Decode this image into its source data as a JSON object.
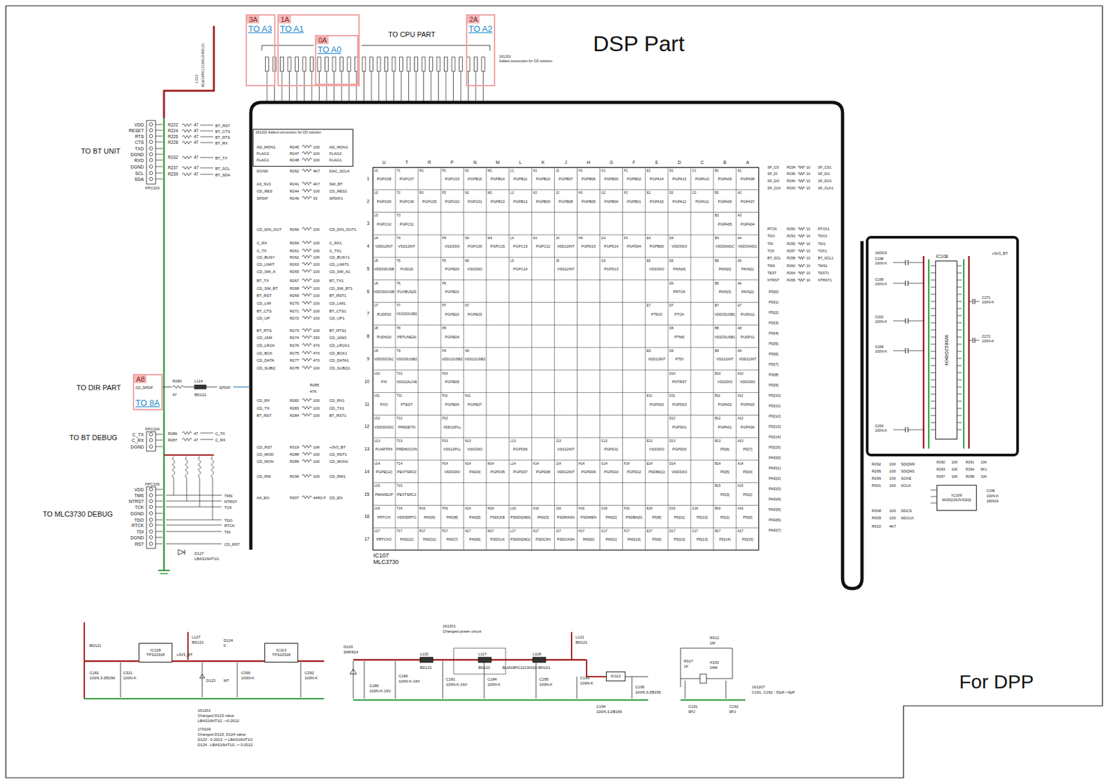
{
  "diagram": {
    "title": "DSP Part",
    "nodes": [
      {
        "text": [
          "3A",
          "TO A3"
        ]
      },
      {
        "text": [
          "1A",
          "TO A1"
        ]
      },
      {
        "text": [
          "0A",
          "TO A0"
        ],
        "in": 1
      },
      {
        "text": [
          "2A",
          "TO A2"
        ]
      },
      {
        "text": [
          "161201 Added connection for CD solution"
        ]
      },
      {
        "text": [
          "A8",
          "TO 8A"
        ]
      },
      {
        "text": [
          "IC107 MLC3730"
        ]
      },
      {
        "text": [
          "IC108",
          "W9812G6KH"
        ]
      },
      {
        "text": [
          "IC109",
          "W25Q16JVSSIQ"
        ]
      },
      {
        "text": [
          "IC128",
          "TPS22918"
        ]
      },
      {
        "text": [
          "IC113",
          "TPS22918"
        ]
      },
      {
        "text": [
          "IC112"
        ]
      }
    ],
    "labels": [
      "U",
      "T",
      "R",
      "P",
      "N",
      "M",
      "L",
      "K",
      "J",
      "H",
      "G",
      "F",
      "E",
      "D",
      "C",
      "B",
      "A",
      "1",
      "2",
      "3",
      "4",
      "5",
      "6",
      "7",
      "8",
      "9",
      "10",
      "11",
      "12",
      "13",
      "14",
      "15",
      "16",
      "17",
      "U1",
      "PGPC08",
      "T1",
      "PGPC07",
      "R1",
      "P1",
      "PGPC03",
      "N1",
      "PGPB15",
      "M1",
      "PGPB14",
      "L1",
      "PGPB11",
      "K1",
      "PGPB10",
      "J1",
      "PGPB07",
      "H1",
      "PGPB06",
      "G1",
      "PGPB03",
      "F1",
      "PGPB02",
      "E1",
      "PGPA14",
      "D1",
      "PGPA13",
      "C1",
      "PGPA10",
      "B1",
      "PGPA09",
      "A1",
      "PGPA08",
      "U2",
      "PGPC09",
      "T2",
      "PGPC06",
      "R2",
      "PGPC05",
      "P2",
      "PGPC02",
      "N2",
      "PGPC01",
      "M2",
      "PGPB13",
      "L2",
      "PGPB12",
      "K2",
      "PGPB09",
      "J2",
      "PGPB08",
      "H2",
      "PGPB05",
      "G2",
      "PGPB04",
      "F2",
      "PGPB01",
      "E2",
      "PGPA15",
      "D2",
      "PGPA12",
      "C2",
      "PGPA11",
      "B2",
      "PGPA06",
      "A2",
      "PGPA07",
      "U3",
      "PGPC10",
      "T3",
      "PGPC11",
      "B3",
      "PGPA05",
      "A3",
      "PGPA04",
      "U4",
      "VDD12INT",
      "T4",
      "VSS12INT",
      "P4",
      "VSS33IO",
      "N4",
      "PGPC00",
      "M4",
      "PGPC15",
      "L4",
      "PGPC13",
      "K4",
      "PGPC12",
      "J4",
      "VDD12INT",
      "H4",
      "PGPD15",
      "G4",
      "PGPD14",
      "F4",
      "PGPD04",
      "E4",
      "PGPB00",
      "D4",
      "VDD33IO",
      "B4",
      "VSS33ADC",
      "A4",
      "VDD33ADC",
      "U5",
      "VDD33IUSB",
      "T5",
      "PUID20",
      "P5",
      "PGPE00",
      "N5",
      "VSS33IO",
      "L5",
      "PGPC14",
      "J5",
      "VSS12INT",
      "G5",
      "PGPD13",
      "E5",
      "VSS33IO",
      "D5",
      "PAIN[4]",
      "B5",
      "PAIN[0]",
      "A5",
      "PAIN[1]",
      "U6",
      "VDD33OUSB",
      "T6",
      "PUVBUS20",
      "P6",
      "PGPE01",
      "D6",
      "PRTCK",
      "B6",
      "PAIN[3]",
      "A6",
      "PAIN[2]",
      "U7",
      "PUDP20",
      "T7",
      "VSS33OUSB2",
      "P7",
      "PGPE02",
      "N7",
      "PGPE03",
      "E7",
      "PTDIO",
      "D7",
      "PTCK",
      "B7",
      "VDD33USB1",
      "A7",
      "PUDN11",
      "U8",
      "PUDN20",
      "T8",
      "PRTUNE20",
      "P8",
      "PGPE04",
      "D8",
      "PTMS",
      "B8",
      "VSS33USB1",
      "A8",
      "PUDP11",
      "U9",
      "VDD33OSC",
      "T9",
      "VSS33USB2",
      "P9",
      "VDD12USB2",
      "N9",
      "VSS12USB2",
      "E9",
      "VDD12INT",
      "D9",
      "PTDI",
      "B9",
      "VSS12INT",
      "A9",
      "VDD12INT",
      "U10",
      "PXI",
      "T10",
      "VDD12ALIVE",
      "P10",
      "PGPE05",
      "D10",
      "PNTRST",
      "B10",
      "VSS33IO",
      "A10",
      "VDD33IO",
      "U11",
      "PXO",
      "T11",
      "PTEST",
      "P11",
      "PGPE06",
      "N11",
      "PGPE07",
      "E11",
      "PGPD02",
      "D11",
      "PGPD03",
      "B11",
      "PGPA02",
      "A11",
      "PGPA03",
      "U12",
      "VSS33OSC",
      "T12",
      "PRESETN",
      "P12",
      "VDD12PLL",
      "D12",
      "PGPD01",
      "B12",
      "PGPA01",
      "A12",
      "PGPA00",
      "U13",
      "PUARTRX",
      "T13",
      "PREMOCON",
      "P13",
      "VSS12PLL",
      "N13",
      "VSS33IO",
      "L13",
      "PGPD06",
      "J13",
      "VSS12INT",
      "G13",
      "PGPD11",
      "E13",
      "VSS33IO",
      "D13",
      "PGPD00",
      "B13",
      "PD[6]",
      "A13",
      "PD[7]",
      "U14",
      "PGPE[12]",
      "T14",
      "PEXTSRC0",
      "P14",
      "VDD33IO",
      "N14",
      "PAD[4]",
      "M14",
      "PGPD05",
      "L14",
      "PGPD07",
      "K14",
      "PGPD08",
      "J14",
      "VDD12INT",
      "H14",
      "PGPD09",
      "G14",
      "PGPD10",
      "F14",
      "PGPD12",
      "E14",
      "PSDBA[1]",
      "D14",
      "VDD33IO",
      "B14",
      "PD[5]",
      "A14",
      "PD[4]",
      "U15",
      "PWAKEUP",
      "T15",
      "PEXTSRC1",
      "B15",
      "PD[3]",
      "A15",
      "PD[2]",
      "U16",
      "PRTCXI",
      "T16",
      "VDD30RTC",
      "R16",
      "PAD[9]",
      "P16",
      "PAD[8]",
      "N16",
      "PAD[5]",
      "M16",
      "PSDCKE",
      "L16",
      "PSDDQM[0]",
      "K16",
      "PAD[3]",
      "J16",
      "PSDRASN",
      "H16",
      "PSDWEN",
      "G16",
      "PAD[2]",
      "F16",
      "PSDBA[0]",
      "E16",
      "PD[8]",
      "D16",
      "PD[11]",
      "C16",
      "PD[12]",
      "B16",
      "PD[1]",
      "A16",
      "PD[0]",
      "U17",
      "PRTCXO",
      "T17",
      "PAD[12]",
      "R17",
      "PAD[11]",
      "P17",
      "PAD[7]",
      "N17",
      "PAD[6]",
      "M17",
      "PSDCLK",
      "L17",
      "PSDDQM[1]",
      "K17",
      "PSDCSN",
      "J17",
      "PSDCASN",
      "H17",
      "PAD[0]",
      "G17",
      "PAD[1]",
      "F17",
      "PAD[10]",
      "E17",
      "PD[9]",
      "D17",
      "PD[10]",
      "C17",
      "PD[13]",
      "B17",
      "PD[14]",
      "A17",
      "PD[15]",
      "TO CPU PART",
      "161201",
      "Added connection for CD solution",
      "For DPP",
      "TO BT UNIT",
      "VDD",
      "RESET",
      "RTS",
      "CTS",
      "TXD",
      "DGND",
      "RXD",
      "DGND",
      "SCL",
      "SDA",
      "FPC103",
      "R222",
      "47",
      "R224",
      "47",
      "R226",
      "47",
      "R228",
      "47",
      "R232",
      "47",
      "R237",
      "47",
      "R239",
      "47",
      "BT_RST",
      "BT_CTS",
      "BT_RTS",
      "BT_RX",
      "BT_TX",
      "BT_SCL",
      "BT_SDA",
      "L113",
      "BLM18PG121SN1D-BD121",
      "AD_MON1",
      "R245",
      "100",
      "AD_MON1",
      "FLAG2",
      "R247",
      "100",
      "FLAG2",
      "FLAG1",
      "R248",
      "100",
      "FLAG1",
      "DGND",
      "R252",
      "4K7",
      "DAC_SCLK",
      "A3_SV1",
      "R241",
      "4K7",
      "SW_BT",
      "CD_RES",
      "R244",
      "100",
      "CD_RES1",
      "SPDIF",
      "R246",
      "33",
      "SPDIF1",
      "CD_DIN_OUT",
      "R266",
      "100",
      "CD_DIN_OUT1",
      "C_RX",
      "R259",
      "100",
      "C_RX1",
      "C_TX",
      "R261",
      "100",
      "C_TX1",
      "CD_BUSY",
      "R262",
      "10K",
      "CD_BUSY1",
      "CD_LIMIT",
      "R263",
      "100",
      "CD_LIMIT1",
      "CD_SW_A",
      "R265",
      "100",
      "CD_SW_A1",
      "BT_TX",
      "R267",
      "100",
      "BT_TX1",
      "CD_SW_BT",
      "R268",
      "100",
      "CD_SW_BT1",
      "BT_RST",
      "R269",
      "100",
      "BT_RST1",
      "CD_LIM",
      "R270",
      "100",
      "CD_LIM1",
      "BT_CTS",
      "R271",
      "100",
      "BT_CTS1",
      "CD_UP",
      "R272",
      "100",
      "CD_UP1",
      "BT_RTS",
      "R273",
      "100",
      "BT_RTS1",
      "CD_16M",
      "R274",
      "330",
      "CD_16M1",
      "CD_LRCK",
      "R276",
      "470",
      "CD_LRCK1",
      "CD_BCK",
      "R275",
      "470",
      "CD_BCK1",
      "CD_DATA",
      "R277",
      "470",
      "CD_DATA1",
      "CD_SUBQ",
      "R278",
      "100",
      "CD_SUBQ1",
      "TO DIR PART",
      "CD_SPDIF",
      "R280",
      "47",
      "L114",
      "BD121",
      "SPDIF",
      "R285",
      "47K",
      "CD_RX",
      "R282",
      "100",
      "CD_RX1",
      "CD_TX",
      "R283",
      "100",
      "CD_TX1",
      "BT_RST",
      "R284",
      "100",
      "BT_RST1",
      "TO BT DEBUG",
      "FPC104",
      "C_TX",
      "C_RX",
      "DGND",
      "R286",
      "47",
      "R287",
      "47",
      "C_TX",
      "C_RX",
      "CD_RST",
      "R319",
      "10K",
      "+3V3_BT",
      "CD_MOD",
      "R288",
      "100",
      "CD_RST1",
      "CD_MON",
      "R289",
      "100",
      "CD_MON1",
      "CD_RW",
      "R296",
      "100",
      "CD_RW1",
      "A4_EN",
      "R307",
      "44R2-F",
      "CD_EN",
      "TO MLC3730 DEBUG",
      "FPC105",
      "VDD",
      "TMS",
      "NTRST",
      "TCK",
      "DGND",
      "TDO",
      "RTCK",
      "TDI",
      "DGND",
      "RST",
      "TMS",
      "NTRST",
      "TCK",
      "TDO",
      "RTCK",
      "TDI",
      "CD_RST",
      "D127",
      "LBAS16HT1G",
      "SF_CS",
      "R234",
      "10",
      "SF_CS1",
      "SF_DI",
      "R236",
      "10",
      "SF_DI1",
      "SF_DO",
      "R240",
      "10",
      "SF_DO1",
      "SF_CLK",
      "R243",
      "10",
      "SF_CLK1",
      "RTCK",
      "R250",
      "10",
      "RTCK1",
      "TDO",
      "R253",
      "10",
      "TDO1",
      "TDI",
      "R255",
      "10",
      "TDI1",
      "TCK",
      "R257",
      "10",
      "TCK1",
      "BT_SCL",
      "R258",
      "10",
      "BT_SCL1",
      "TMS",
      "R260",
      "10",
      "TMS1",
      "TEST",
      "R264",
      "10",
      "TEST1",
      "NTRST",
      "R266",
      "10",
      "NTRST1",
      "PD[0]",
      "PD[1]",
      "PD[2]",
      "PD[3]",
      "PD[4]",
      "PD[5]",
      "PD[6]",
      "PD[7]",
      "PD[8]",
      "PD[9]",
      "PD[10]",
      "PD[11]",
      "PD[12]",
      "PD[13]",
      "PD[14]",
      "PD[15]",
      "PAD[0]",
      "PAD[1]",
      "PAD[2]",
      "PAD[3]",
      "PAD[4]",
      "PAD[5]",
      "PAD[6]",
      "PAD[7]",
      "160919",
      "C198",
      "100N-K",
      "C199",
      "100N-K",
      "C202",
      "100N-K",
      "C268",
      "100N-K",
      "C269",
      "100N-K",
      "C271",
      "100N-K",
      "C272",
      "100N-K",
      "+3V3_BT",
      "R292",
      "100",
      "SDQM0",
      "R295",
      "100",
      "SDQM1",
      "R299",
      "100",
      "SCKE",
      "R301",
      "100",
      "SCLK",
      "R308",
      "100",
      "SDCS",
      "R309",
      "100",
      "SDCLK",
      "R310",
      "4K7",
      "R290",
      "10K",
      "R291",
      "10K",
      "R293",
      "10K",
      "R294",
      "5K1",
      "R297",
      "10K",
      "R298",
      "10K",
      "C196",
      "100N-K",
      "180919",
      "BD121",
      "C182",
      "100/6.3-ZB156",
      "C321",
      "100N-K",
      "+3V3_BT",
      "L127",
      "BD121",
      "D124",
      "0",
      "D123",
      "M7",
      "C390",
      "100N-K",
      "C392",
      "100N-K",
      "161201",
      "Changed D123 value",
      "LBAS16HT1G ->0-2012",
      "170109",
      "Changed D123, D124 value",
      "D123 : 0-2012 -> LBAS16HT1G",
      "D124 : LBAS16HT1G -> 0-2012",
      "D103",
      "SMF814",
      "C186",
      "100N-K-16V",
      "L115",
      "BD121",
      "C180",
      "100N-K-16V",
      "C181",
      "100N-K-16V",
      "161201",
      "Changed power circuit",
      "L117",
      "BD121",
      "C184",
      "100N-K",
      "L118",
      "BLM18PG121SN1D-BD121",
      "C185",
      "100N-K",
      "L121",
      "BD121",
      "C193",
      "100N-K",
      "C194",
      "100/6.3-ZB156",
      "C195",
      "100/6.3-ZB156",
      "R317",
      "1K",
      "R312",
      "1M",
      "X100",
      "24M",
      "C191",
      "9PJ",
      "C192",
      "9PJ",
      "161207",
      "C191, C192 : 33pF->9pF"
    ]
  }
}
